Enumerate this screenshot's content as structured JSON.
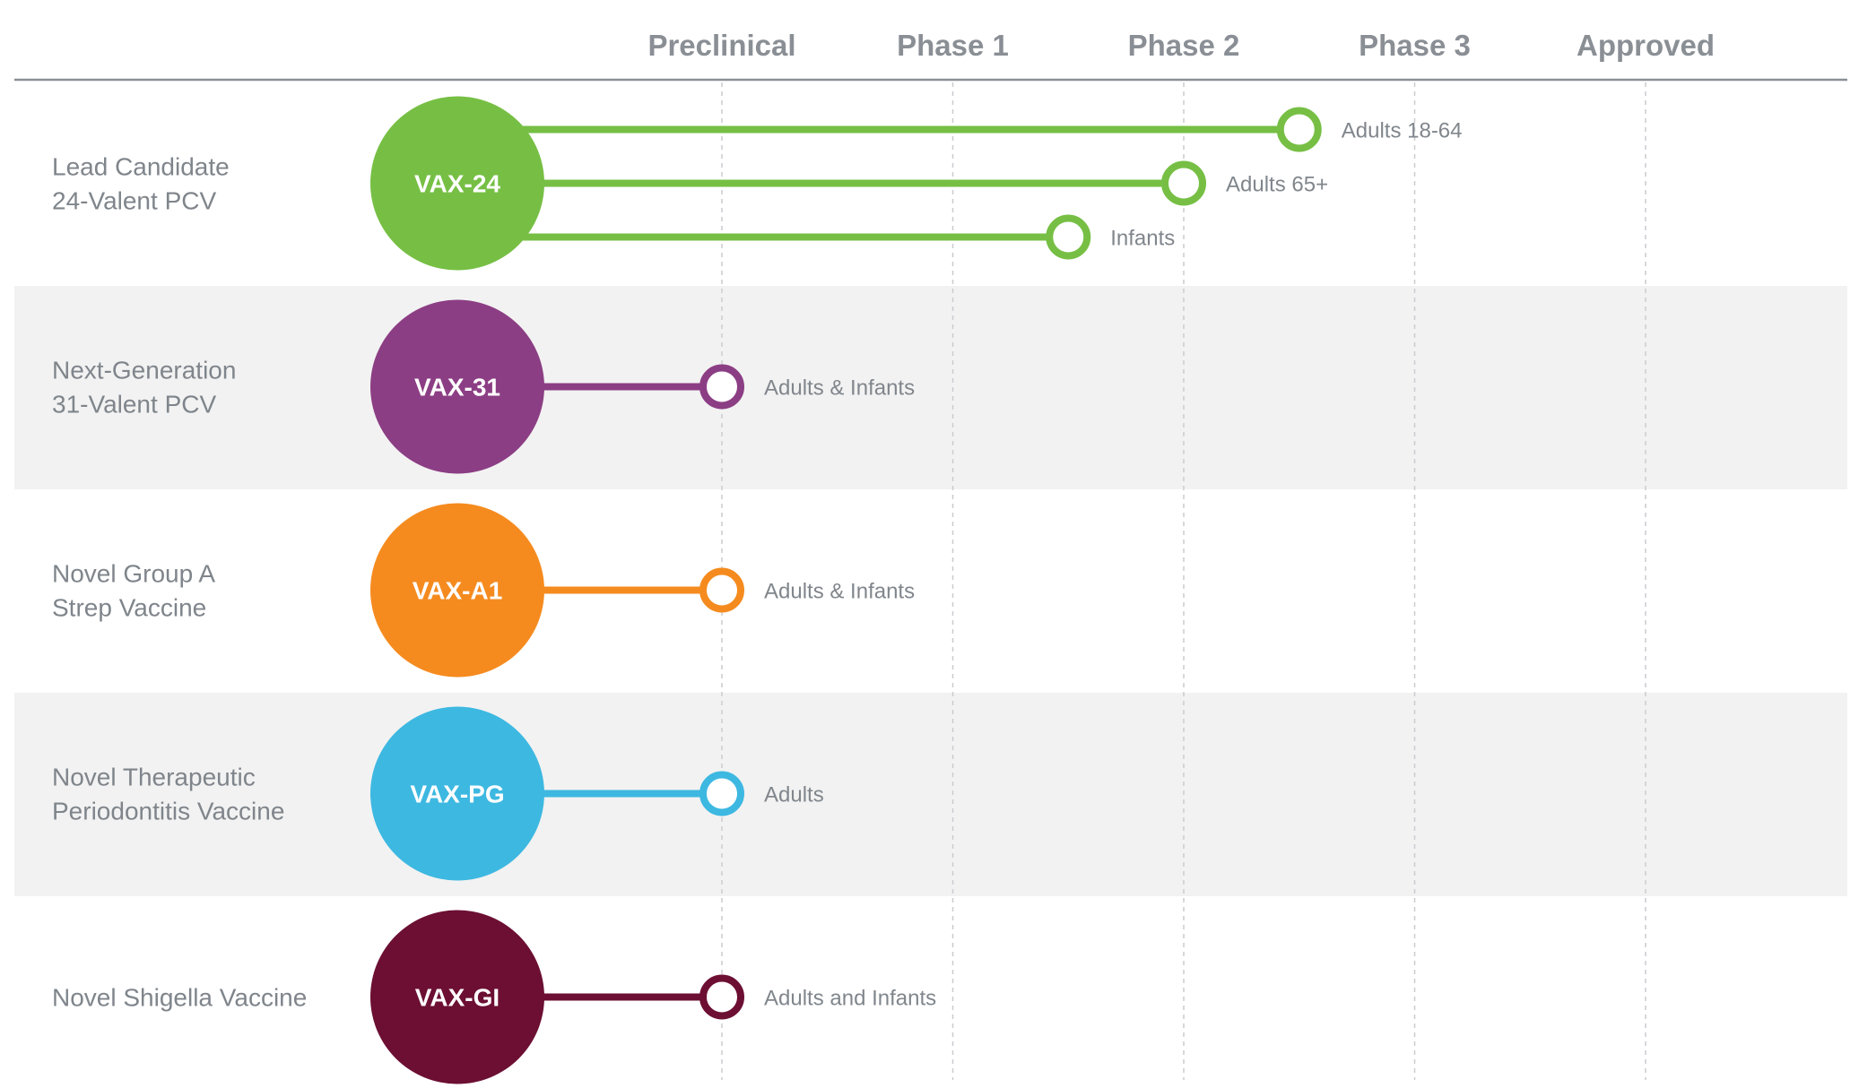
{
  "chart_data": {
    "type": "pipeline",
    "phases": [
      "Preclinical",
      "Phase 1",
      "Phase 2",
      "Phase 3",
      "Approved"
    ],
    "programs": [
      {
        "name_lines": [
          "Lead Candidate",
          "24-Valent PCV"
        ],
        "code": "VAX-24",
        "color": "#76bf44",
        "indications": [
          {
            "label": "Adults 18-64",
            "stage": 3.5
          },
          {
            "label": "Adults 65+",
            "stage": 3.0
          },
          {
            "label": "Infants",
            "stage": 2.5
          }
        ]
      },
      {
        "name_lines": [
          "Next-Generation",
          "31-Valent PCV"
        ],
        "code": "VAX-31",
        "color": "#8c3e84",
        "indications": [
          {
            "label": "Adults & Infants",
            "stage": 1.0
          }
        ]
      },
      {
        "name_lines": [
          "Novel Group A",
          "Strep Vaccine"
        ],
        "code": "VAX-A1",
        "color": "#f58b1f",
        "indications": [
          {
            "label": "Adults & Infants",
            "stage": 1.0
          }
        ]
      },
      {
        "name_lines": [
          "Novel Therapeutic",
          "Periodontitis Vaccine"
        ],
        "code": "VAX-PG",
        "color": "#3db8e1",
        "indications": [
          {
            "label": "Adults",
            "stage": 1.0
          }
        ]
      },
      {
        "name_lines": [
          "Novel Shigella Vaccine"
        ],
        "code": "VAX-GI",
        "color": "#6c0f33",
        "indications": [
          {
            "label": "Adults and Infants",
            "stage": 1.0
          }
        ]
      }
    ],
    "row_band_color": "#f2f2f2",
    "gridlines": "dashed"
  }
}
